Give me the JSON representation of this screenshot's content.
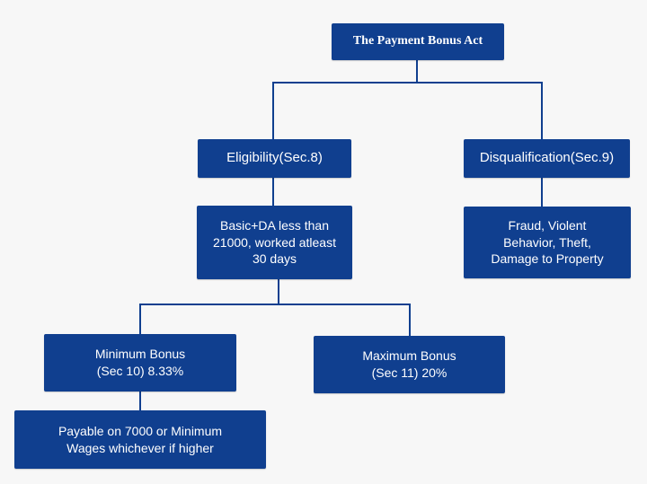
{
  "diagram": {
    "root": "The Payment Bonus Act",
    "eligibility": "Eligibility(Sec.8)",
    "disqualification": "Disqualification(Sec.9)",
    "eligibility_detail": "Basic+DA less than\n21000, worked atleast\n30 days",
    "disqualification_detail": "Fraud, Violent\nBehavior, Theft,\nDamage to Property",
    "minimum_bonus": "Minimum Bonus\n(Sec 10) 8.33%",
    "maximum_bonus": "Maximum Bonus\n(Sec 11) 20%",
    "minimum_bonus_detail": "Payable on 7000 or Minimum\nWages whichever if higher"
  },
  "colors": {
    "background": "#f7f7f7",
    "box": "#103f8f",
    "box_text": "#ffffff",
    "connector": "#103f8f"
  }
}
